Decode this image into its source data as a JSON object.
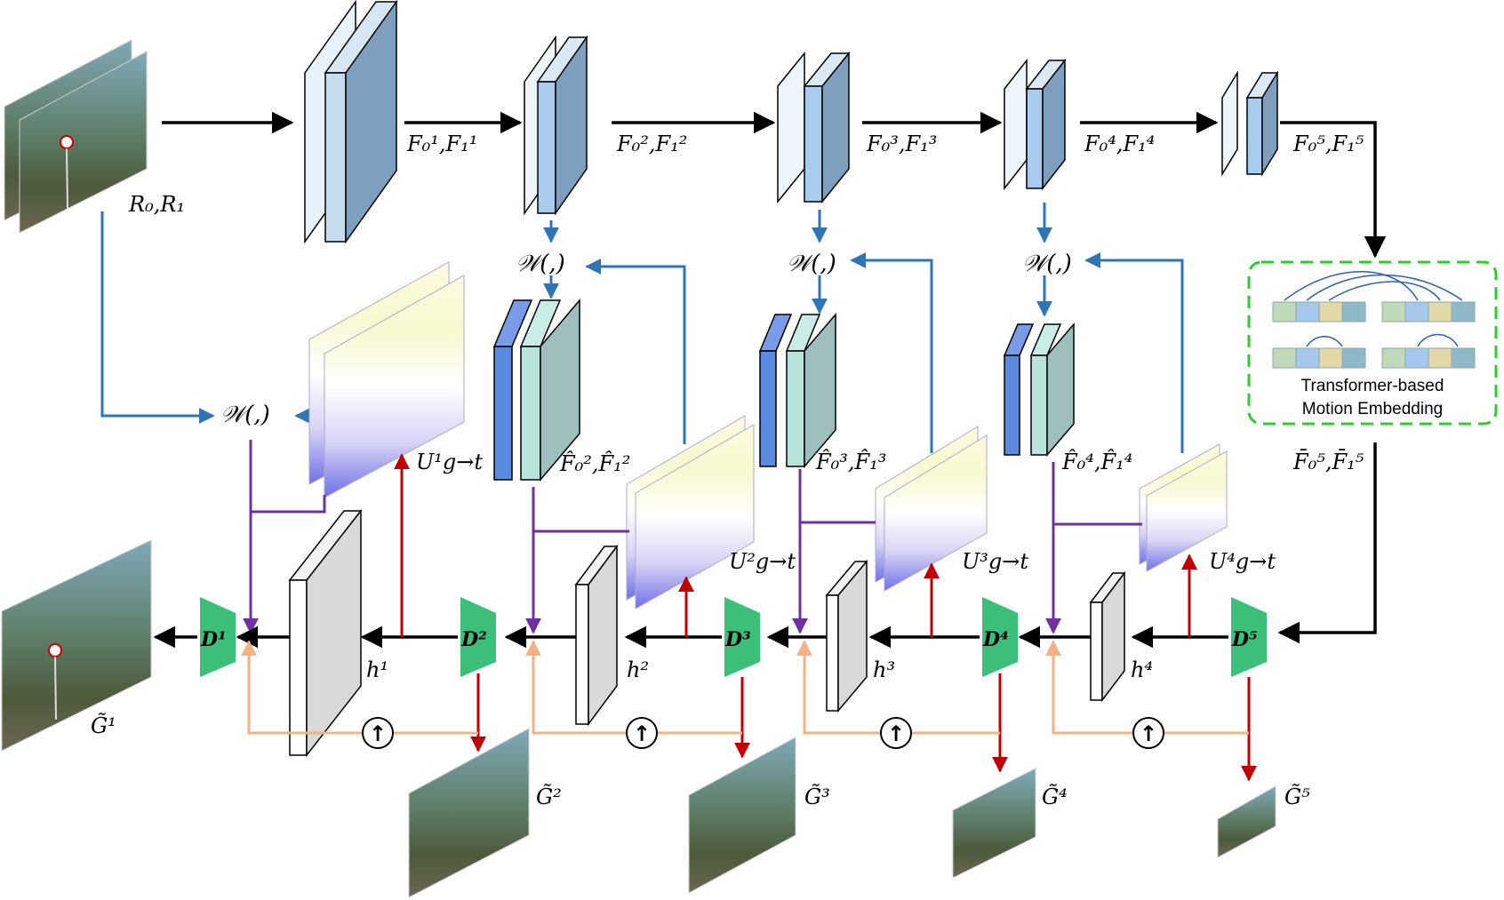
{
  "input": {
    "label": "R₀,R₁"
  },
  "encoder_features": [
    {
      "label": "F₀¹,F₁¹"
    },
    {
      "label": "F₀²,F₁²"
    },
    {
      "label": "F₀³,F₁³"
    },
    {
      "label": "F₀⁴,F₁⁴"
    },
    {
      "label": "F₀⁵,F₁⁵"
    }
  ],
  "warp": {
    "label": "𝒲(,)"
  },
  "warped_features": [
    {
      "label": "F̂₀²,F̂₁²"
    },
    {
      "label": "F̂₀³,F̂₁³"
    },
    {
      "label": "F̂₀⁴,F̂₁⁴"
    }
  ],
  "transformer": {
    "line1": "Transformer-based",
    "line2": "Motion Embedding",
    "output_label": "F̄₀⁵,F̄₁⁵"
  },
  "uncertainty_maps": [
    {
      "label": "U¹g→t"
    },
    {
      "label": "U²g→t"
    },
    {
      "label": "U³g→t"
    },
    {
      "label": "U⁴g→t"
    }
  ],
  "decoders": [
    {
      "label": "D¹"
    },
    {
      "label": "D²"
    },
    {
      "label": "D³"
    },
    {
      "label": "D⁴"
    },
    {
      "label": "D⁵"
    }
  ],
  "hidden_states": [
    {
      "label": "h¹"
    },
    {
      "label": "h²"
    },
    {
      "label": "h³"
    },
    {
      "label": "h⁴"
    }
  ],
  "outputs": [
    {
      "label": "G̃¹"
    },
    {
      "label": "G̃²"
    },
    {
      "label": "G̃³"
    },
    {
      "label": "G̃⁴"
    },
    {
      "label": "G̃⁵"
    }
  ],
  "upsample_symbol": "↑",
  "colors": {
    "black_arrow": "#000000",
    "blue_arrow": "#2e75b6",
    "purple_line": "#7030a0",
    "red_arrow": "#c00000",
    "orange_line": "#f4b183",
    "decoder_green": "#3cbf78",
    "transformer_border": "#2ecc2e",
    "feature_blue_dark": "#7f9fbf",
    "feature_teal": "#9fbfbf",
    "feature_blue_bright": "#5b8be0"
  }
}
